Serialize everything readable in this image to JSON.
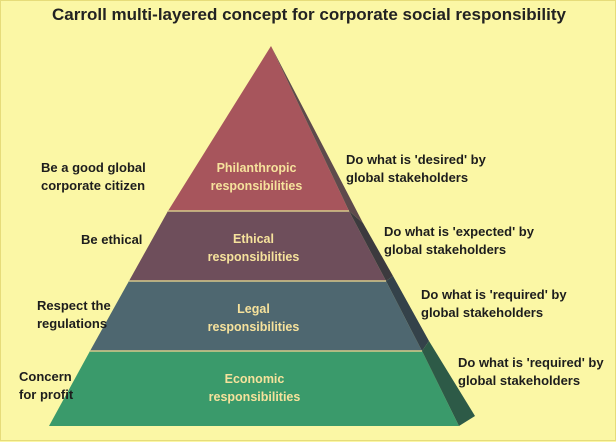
{
  "title": "Carroll multi-layered concept for corporate social responsibility",
  "layers": [
    {
      "name": "Philanthropic responsibilities",
      "name_line1": "Philanthropic",
      "name_line2": "responsibilities",
      "left_line1": "Be a good global",
      "left_line2": "corporate citizen",
      "right_line1": "Do what is 'desired' by",
      "right_line2": "global stakeholders",
      "front_color": "#a7555c",
      "side_color": "#5e4a4c",
      "text_color": "#f6e29c"
    },
    {
      "name": "Ethical responsibilities",
      "name_line1": "Ethical",
      "name_line2": "responsibilities",
      "left_line1": "Be ethical",
      "left_line2": "",
      "right_line1": "Do what is 'expected' by",
      "right_line2": "global stakeholders",
      "front_color": "#6e4e5b",
      "side_color": "#3c3a3e",
      "text_color": "#f6e29c"
    },
    {
      "name": "Legal responsibilities",
      "name_line1": "Legal",
      "name_line2": "responsibilities",
      "left_line1": "Respect the",
      "left_line2": "regulations",
      "right_line1": "Do what is 'required' by",
      "right_line2": "global stakeholders",
      "front_color": "#4e6770",
      "side_color": "#34424a",
      "text_color": "#f6e29c"
    },
    {
      "name": "Economic responsibilities",
      "name_line1": "Economic",
      "name_line2": "responsibilities",
      "left_line1": "Concern",
      "left_line2": "for profit",
      "right_line1": "Do what is 'required' by",
      "right_line2": "global stakeholders",
      "front_color": "#3a9a6b",
      "side_color": "#2d5a47",
      "text_color": "#f6e29c"
    }
  ]
}
